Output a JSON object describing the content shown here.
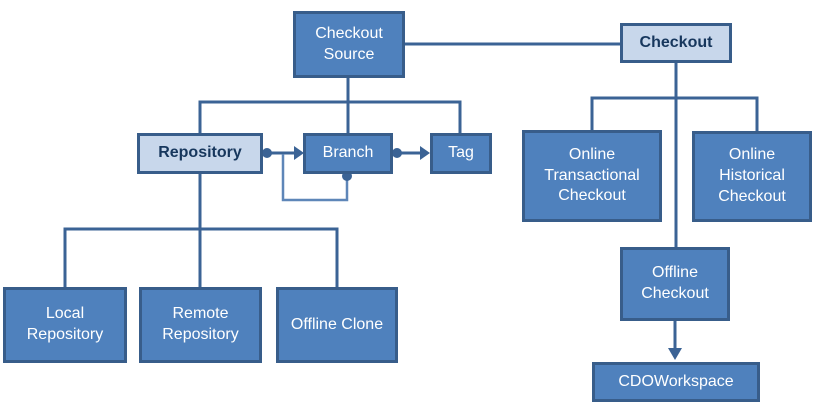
{
  "diagram": {
    "description": "CDO Checkout concept hierarchy diagram",
    "colors": {
      "node_fill": "#4F81BD",
      "node_border": "#385D8A",
      "light_node_fill": "#C8D7EB",
      "light_node_text": "#17375D",
      "node_text": "#FFFFFF",
      "connector": "#3B6395",
      "self_loop_connector": "#5E86B8"
    },
    "nodes": {
      "checkout_source": {
        "label": "Checkout Source",
        "style": "dark"
      },
      "checkout": {
        "label": "Checkout",
        "style": "light"
      },
      "repository": {
        "label": "Repository",
        "style": "light"
      },
      "branch": {
        "label": "Branch",
        "style": "dark"
      },
      "tag": {
        "label": "Tag",
        "style": "dark"
      },
      "online_transactional": {
        "label": "Online Transactional Checkout",
        "style": "dark"
      },
      "online_historical": {
        "label": "Online Historical Checkout",
        "style": "dark"
      },
      "offline_checkout": {
        "label": "Offline Checkout",
        "style": "dark"
      },
      "cdoworkspace": {
        "label": "CDOWorkspace",
        "style": "dark"
      },
      "local_repository": {
        "label": "Local Repository",
        "style": "dark"
      },
      "remote_repository": {
        "label": "Remote Repository",
        "style": "dark"
      },
      "offline_clone": {
        "label": "Offline Clone",
        "style": "dark"
      }
    },
    "relationships": [
      {
        "from": "Checkout Source",
        "to": "Checkout",
        "type": "association-line"
      },
      {
        "from": "Checkout Source",
        "to": "Repository",
        "type": "tree-branch"
      },
      {
        "from": "Checkout Source",
        "to": "Branch",
        "type": "tree-branch"
      },
      {
        "from": "Checkout Source",
        "to": "Tag",
        "type": "tree-branch"
      },
      {
        "from": "Repository",
        "to": "Branch",
        "type": "dot-to-arrow"
      },
      {
        "from": "Branch",
        "to": "Branch",
        "type": "self-loop-dot-to-arrow"
      },
      {
        "from": "Branch",
        "to": "Tag",
        "type": "dot-to-arrow"
      },
      {
        "from": "Repository",
        "to": "Local Repository",
        "type": "tree-branch"
      },
      {
        "from": "Repository",
        "to": "Remote Repository",
        "type": "tree-branch"
      },
      {
        "from": "Repository",
        "to": "Offline Clone",
        "type": "tree-branch"
      },
      {
        "from": "Checkout",
        "to": "Online Transactional Checkout",
        "type": "tree-branch"
      },
      {
        "from": "Checkout",
        "to": "Online Historical Checkout",
        "type": "tree-branch"
      },
      {
        "from": "Checkout",
        "to": "Offline Checkout",
        "type": "tree-branch"
      },
      {
        "from": "Offline Checkout",
        "to": "CDOWorkspace",
        "type": "arrow"
      }
    ]
  }
}
